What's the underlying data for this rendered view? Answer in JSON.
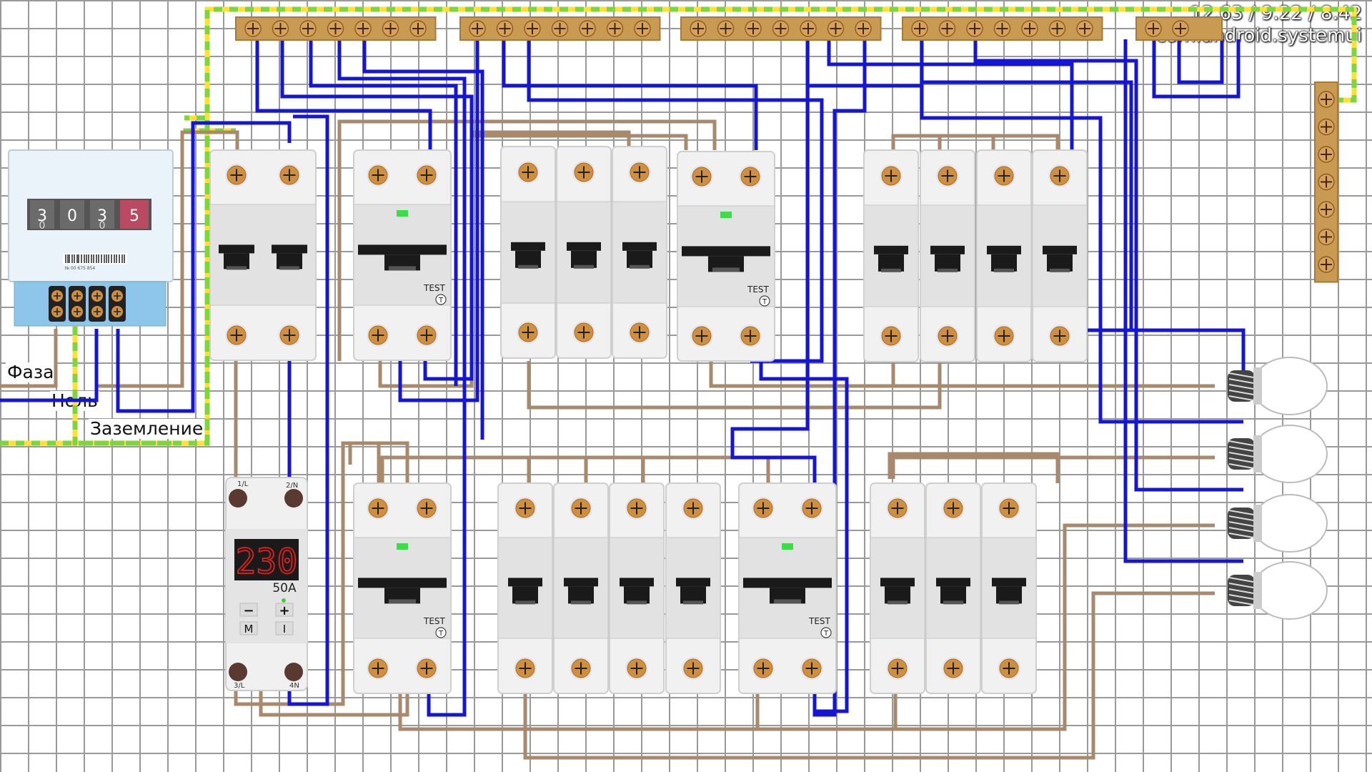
{
  "status_overlay": {
    "stats": "12.63 / 9.22 / 8.42",
    "package": "com.android.systemui"
  },
  "labels": {
    "phase": "Фаза",
    "neutral": "Ноль",
    "ground": "Заземление"
  },
  "meter": {
    "digits": [
      "3",
      "0",
      "3",
      "5"
    ],
    "digits_below": [
      "0",
      "",
      "0",
      ""
    ],
    "serial": "№ 00 675 854"
  },
  "relay": {
    "display": "230",
    "current": "50A",
    "terminal_top_left": "1/L",
    "terminal_top_right": "2/N",
    "terminal_bottom_left": "3/L",
    "terminal_bottom_right": "4N",
    "btn_minus": "−",
    "btn_plus": "+",
    "btn_m": "M",
    "btn_i": "I"
  },
  "rcd": {
    "test_label": "TEST",
    "test_button": "T"
  },
  "colors": {
    "phase_wire": "#a8896b",
    "neutral_wire": "#1515d6",
    "ground_wire_a": "#7fd63c",
    "ground_wire_b": "#ffe033",
    "busbar": "#c89a52",
    "screw": "#cf8f40"
  }
}
